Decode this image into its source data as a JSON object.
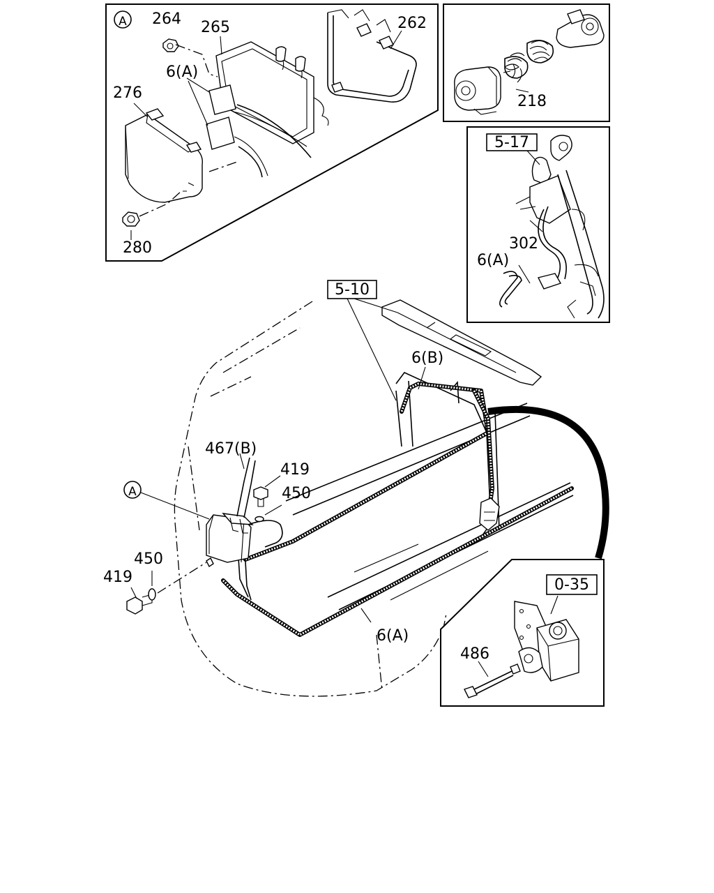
{
  "callouts": {
    "c264": "264",
    "c265": "265",
    "c262": "262",
    "c6a_top": "6(A)",
    "c276": "276",
    "c280": "280",
    "c218": "218",
    "c517": "5-17",
    "c302": "302",
    "c6a_right": "6(A)",
    "c510": "5-10",
    "c6b": "6(B)",
    "c467b": "467(B)",
    "c419_a": "419",
    "c450_a": "450",
    "c450_b": "450",
    "c419_b": "419",
    "c6a_bottom": "6(A)",
    "c035": "0-35",
    "c486": "486"
  },
  "reference_marks": {
    "inset_a": "A",
    "main_a": "A"
  }
}
